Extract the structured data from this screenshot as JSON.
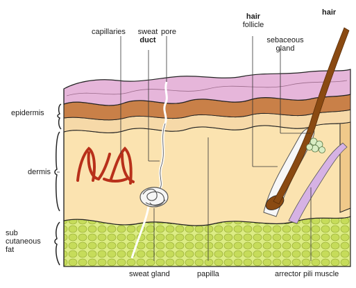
{
  "labels": {
    "capillaries": "capillaries",
    "sweat_duct_line1": "sweat",
    "sweat_duct_line2": "duct",
    "pore": "pore",
    "hair_follicle_line1": "hair",
    "hair_follicle_line2": "follicle",
    "hair": "hair",
    "sebaceous_gland_line1": "sebaceous",
    "sebaceous_gland_line2": "gland",
    "epidermis": "epidermis",
    "dermis": "dermis",
    "subcutaneous_fat_line1": "sub",
    "subcutaneous_fat_line2": "cutaneous",
    "subcutaneous_fat_line3": "fat",
    "sweat_gland": "sweat gland",
    "papilla": "papilla",
    "arrector_pili_muscle": "arrector pili muscle"
  },
  "colors": {
    "epidermis_top": "#e8b8dc",
    "epidermis_mid": "#f4cfa6",
    "epidermis_brown": "#c97a3f",
    "dermis": "#fbe3b0",
    "dermis_side": "#f2cf8a",
    "fat": "#d8ea7a",
    "fat_cell": "#b8cf4c",
    "hair": "#8a4a12",
    "capillary": "#c2321c",
    "muscle": "#d9b6e8",
    "outline": "#222222"
  }
}
